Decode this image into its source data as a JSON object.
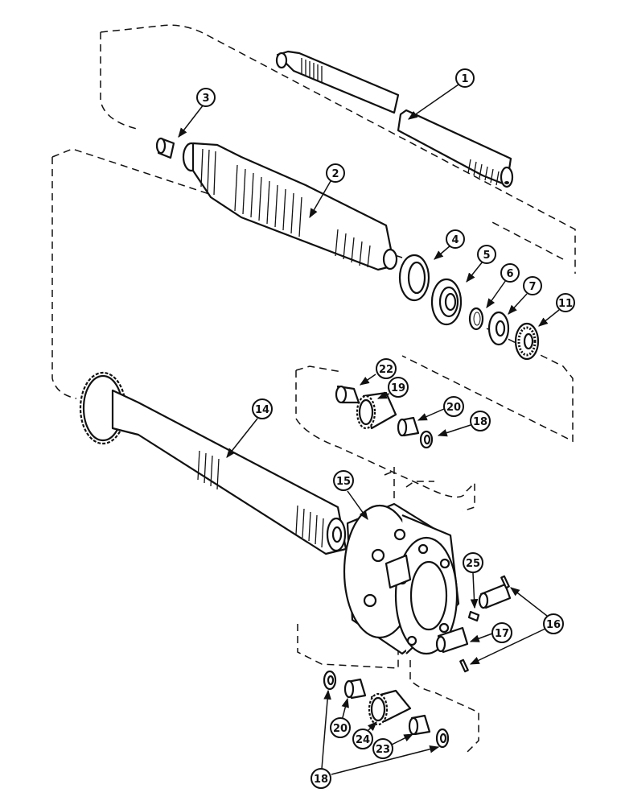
{
  "callouts": {
    "c1": "1",
    "c2": "2",
    "c3": "3",
    "c4": "4",
    "c5": "5",
    "c6": "6",
    "c7": "7",
    "c11": "11",
    "c14": "14",
    "c15": "15",
    "c16": "16",
    "c17": "17",
    "c18a": "18",
    "c18b": "18",
    "c19": "19",
    "c20a": "20",
    "c20b": "20",
    "c22": "22",
    "c23": "23",
    "c24": "24",
    "c25": "25"
  }
}
